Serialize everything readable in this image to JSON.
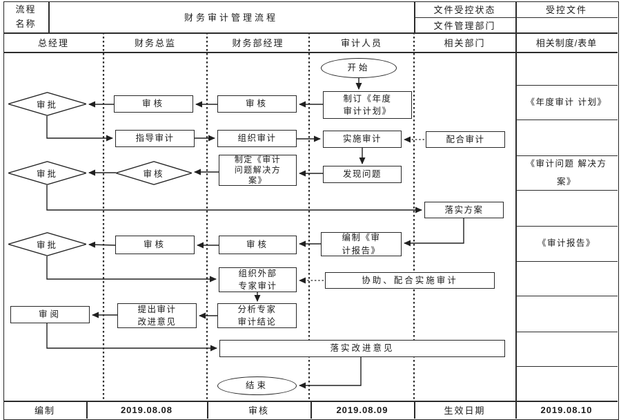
{
  "header": {
    "process_label_line1": "流程",
    "process_label_line2": "名称",
    "title": "财务审计管理流程",
    "controlled_status": "文件受控状态",
    "managing_dept": "文件管理部门",
    "controlled_doc": "受控文件"
  },
  "lanes": {
    "gm": "总经理",
    "cfo": "财务总监",
    "fm": "财务部经理",
    "auditor": "审计人员",
    "related": "相关部门",
    "forms": "相关制度/表单"
  },
  "nodes": {
    "start": "开始",
    "draft_plan": "制订《年度审计计划》",
    "review_fm1": "审核",
    "review_cfo1": "审核",
    "approve1": "审批",
    "guide_audit": "指导审计",
    "organize_audit": "组织审计",
    "implement_audit": "实施审计",
    "cooperate_audit": "配合审计",
    "find_problems": "发现问题",
    "make_solution": "制定《审计问题解决方案》",
    "review_decision": "审核",
    "approve2": "审批",
    "implement_solution": "落实方案",
    "compile_report": "编制《审计报告》",
    "review_fm2": "审核",
    "review_cfo2": "审核",
    "approve3": "审批",
    "external_experts": "组织外部专家审计",
    "assist_audit": "协助、配合实施审计",
    "analyze_conclusion": "分析专家审计结论",
    "propose_improve": "提出审计改进意见",
    "review_gm": "审阅",
    "implement_improve": "落实改进意见",
    "end": "结束"
  },
  "side_docs": {
    "annual_plan": "《年度审计 计划》",
    "problem_solution": "《审计问题 解决方案》",
    "audit_report": "《审计报告》"
  },
  "footer": {
    "prepared_label": "编制",
    "prepared_date": "2019.08.08",
    "reviewed_label": "审核",
    "reviewed_date": "2019.08.09",
    "effective_label": "生效日期",
    "effective_date": "2019.08.10"
  }
}
